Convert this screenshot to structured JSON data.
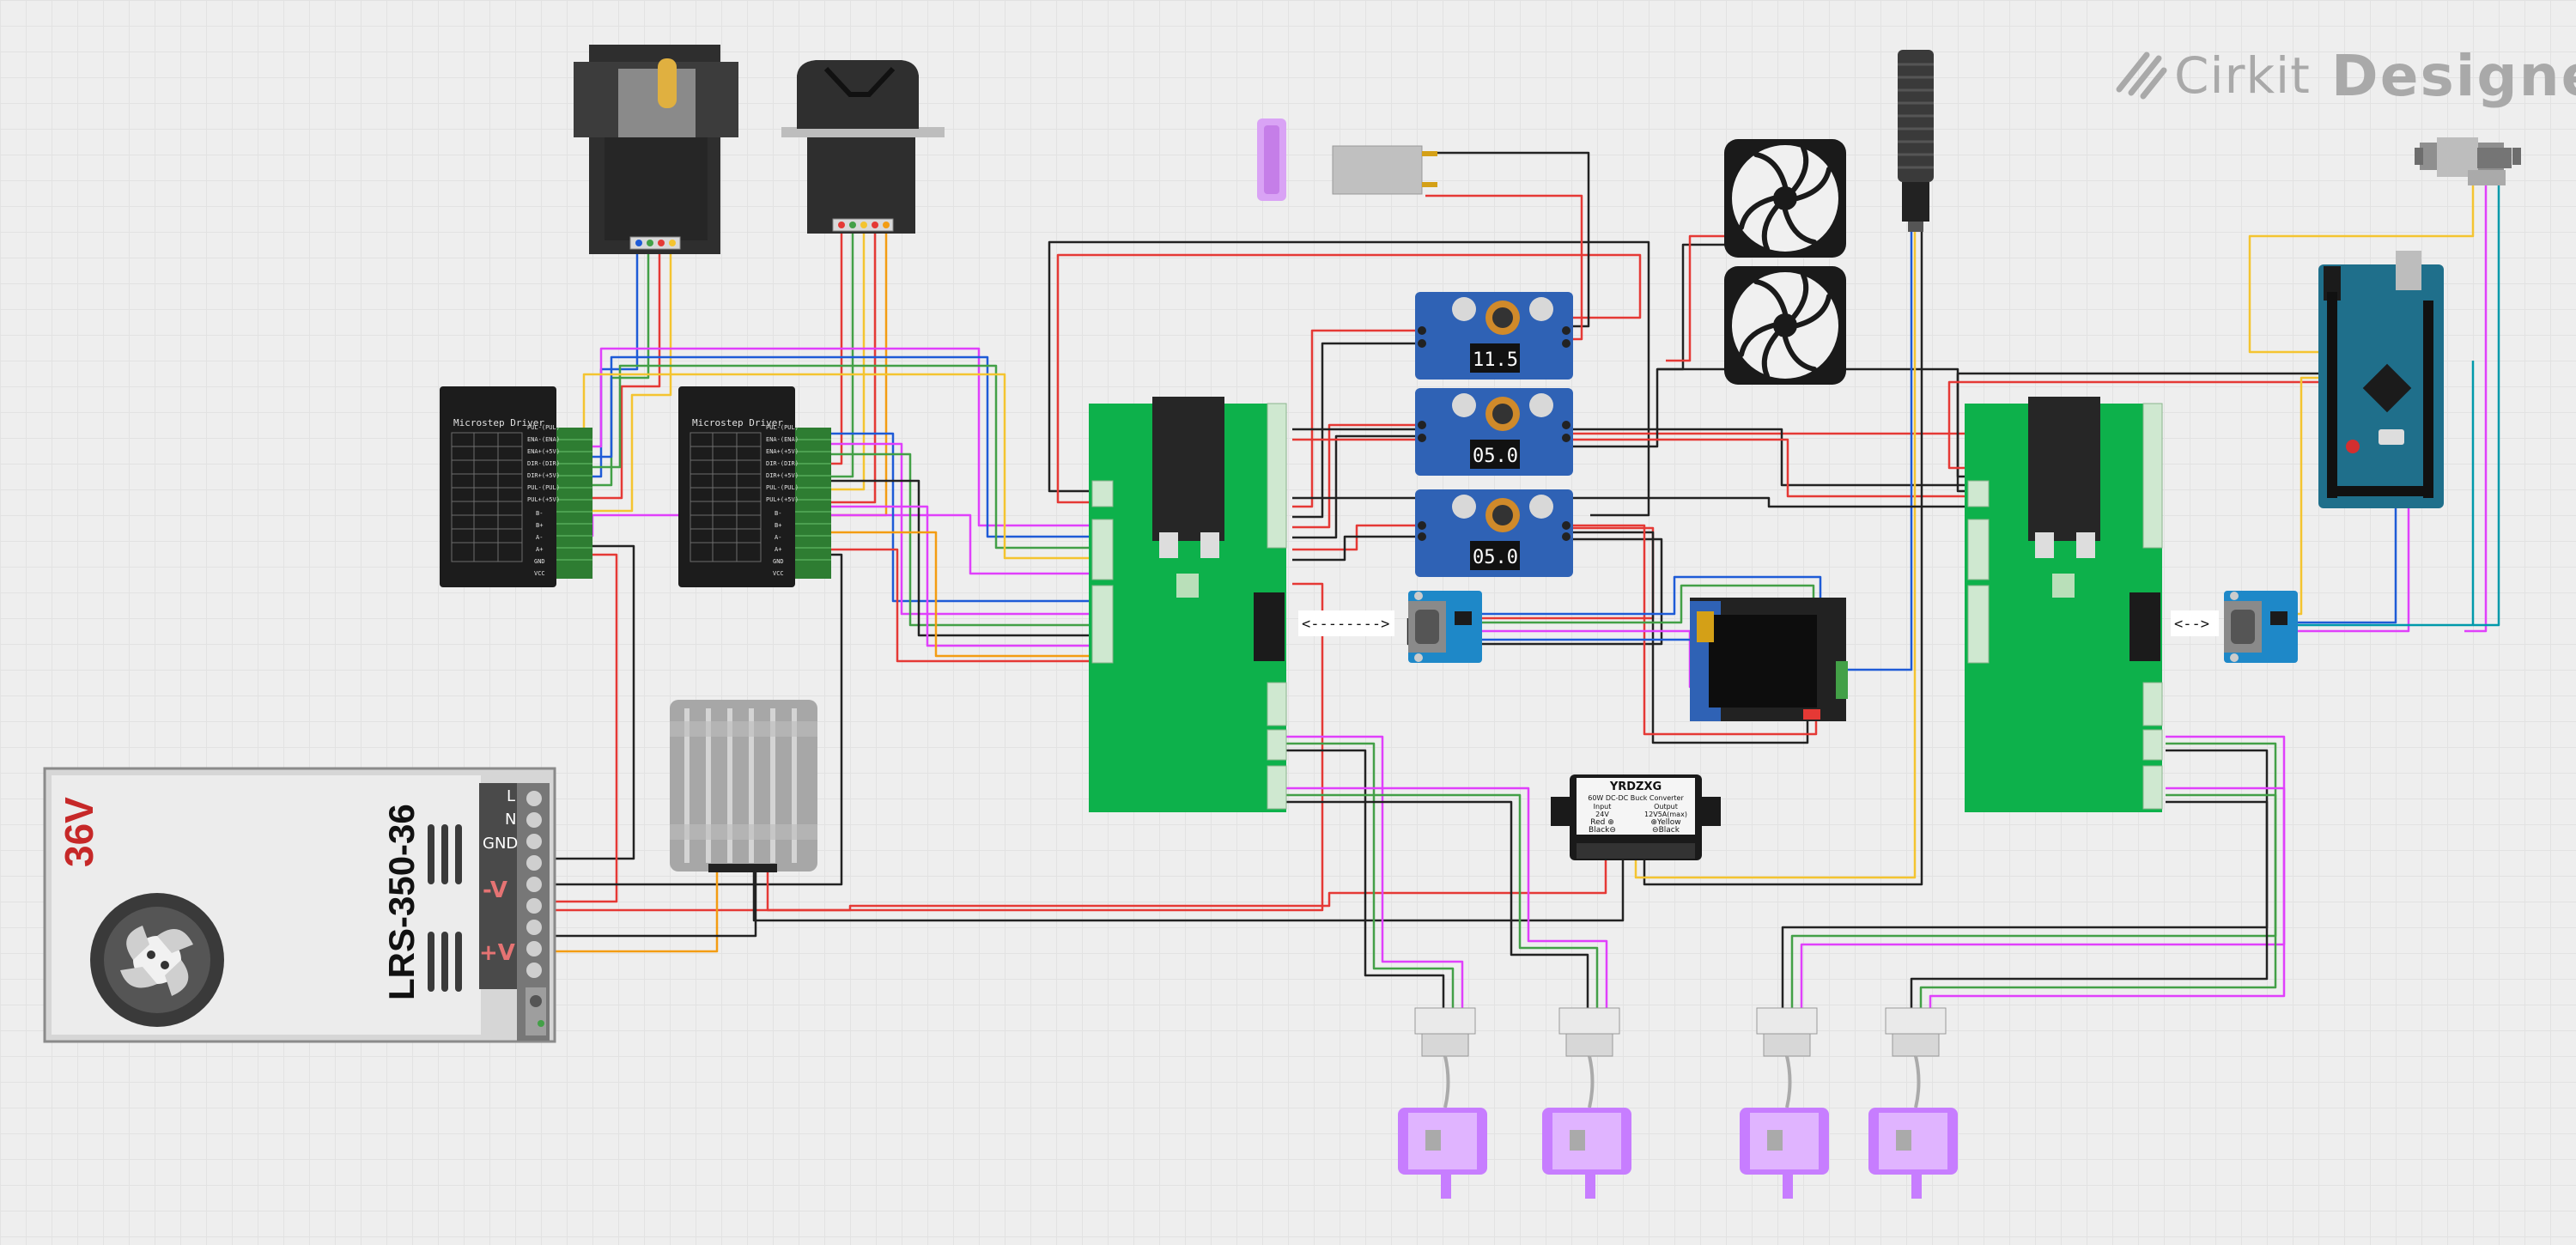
{
  "brand": {
    "name_part1": "Cirkit",
    "name_part2": "Designer",
    "icon": "cirkit-logo-icon"
  },
  "power_supply": {
    "model": "LRS-350-36",
    "voltage": "36V",
    "terminals": [
      "L",
      "N",
      "GND",
      "-V",
      "+V"
    ]
  },
  "stepper_drivers": [
    {
      "title": "Microstep Driver",
      "pins": [
        "PUL-(PUL)",
        "ENA-(ENA)",
        "ENA+(+5V)",
        "DIR-(DIR)",
        "DIR+(+5V)",
        "PUL-(PUL)",
        "PUL+(+5V)",
        "B-",
        "B+",
        "A-",
        "A+",
        "GND",
        "VCC"
      ]
    },
    {
      "title": "Microstep Driver",
      "pins": [
        "PUL-(PUL)",
        "ENA-(ENA)",
        "ENA+(+5V)",
        "DIR-(DIR)",
        "DIR+(+5V)",
        "PUL-(PUL)",
        "PUL+(+5V)",
        "B-",
        "B+",
        "A-",
        "A+",
        "GND",
        "VCC"
      ]
    }
  ],
  "buck_converters": [
    {
      "display": "11.5"
    },
    {
      "display": "05.0"
    },
    {
      "display": "05.0"
    }
  ],
  "dc_converter": {
    "brand": "YRDZXG",
    "title": "60W DC-DC Buck Converter",
    "input_label": "Input",
    "input_value": "24V",
    "output_label": "Output",
    "output_value": "12V5A(max)",
    "wire1": "Red ⊕",
    "wire2": "⊕Yellow",
    "wire3": "Black⊖",
    "wire4": "⊖Black"
  },
  "serial_link_arrow": "<-------->",
  "serial_link_arrow_short": "<-->",
  "colors": {
    "pcb_green": "#0db14b",
    "buck_blue": "#2f62b5",
    "arduino_teal": "#1f6f8b",
    "wire_red": "#e53935",
    "wire_black": "#222222",
    "wire_magenta": "#e040fb",
    "wire_green": "#43a047",
    "wire_blue": "#1e5bd7",
    "wire_yellow": "#f4c430",
    "wire_orange": "#f39c12",
    "servo_purple": "#c77dff"
  }
}
